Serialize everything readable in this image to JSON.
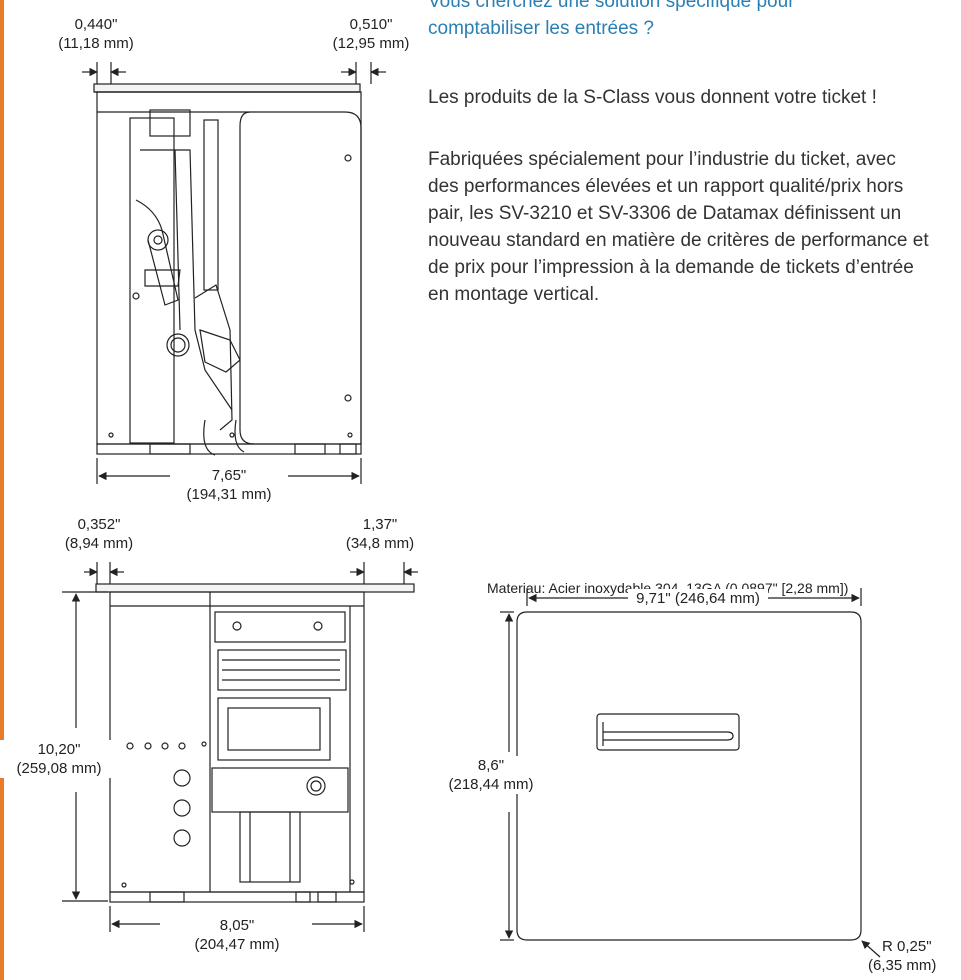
{
  "text": {
    "heading_line1": "Vous cherchez une solution spécifique pour",
    "heading_line2": "comptabiliser les entrées ?",
    "para1": "Les produits de la S-Class vous donnent votre ticket !",
    "para2_lines": [
      "Fabriquées spécialement pour l’industrie du ticket, avec",
      "des performances élevées et un rapport qualité/prix hors",
      "pair, les SV-3210 et SV-3306 de Datamax définissent un",
      "nouveau standard en matière de critères de performance et",
      "de prix pour l’impression à la demande de tickets d’entrée",
      "en montage vertical."
    ]
  },
  "dimensions": {
    "top_left_in": "0,440\"",
    "top_left_mm": "(11,18 mm)",
    "top_right_in": "0,510\"",
    "top_right_mm": "(12,95 mm)",
    "top_width_in": "7,65\"",
    "top_width_mm": "(194,31 mm)",
    "bottom_left_in": "0,352\"",
    "bottom_left_mm": "(8,94 mm)",
    "bottom_right_in": "1,37\"",
    "bottom_right_mm": "(34,8 mm)",
    "height_in": "10,20\"",
    "height_mm": "(259,08 mm)",
    "bottom_width_in": "8,05\"",
    "bottom_width_mm": "(204,47 mm)",
    "plate_width": "9,71\" (246,64 mm)",
    "plate_height_in": "8,6\"",
    "plate_height_mm": "(218,44 mm)",
    "radius_in": "R 0,25\"",
    "radius_mm": "(6,35 mm)"
  },
  "material": "Materiau: Acier inoxydable 304, 13GA (0,0897\" [2,28 mm])",
  "colors": {
    "accent_edge": "#e87b2a",
    "heading": "#2a7fb4",
    "body_text": "#333333",
    "line": "#222222"
  }
}
